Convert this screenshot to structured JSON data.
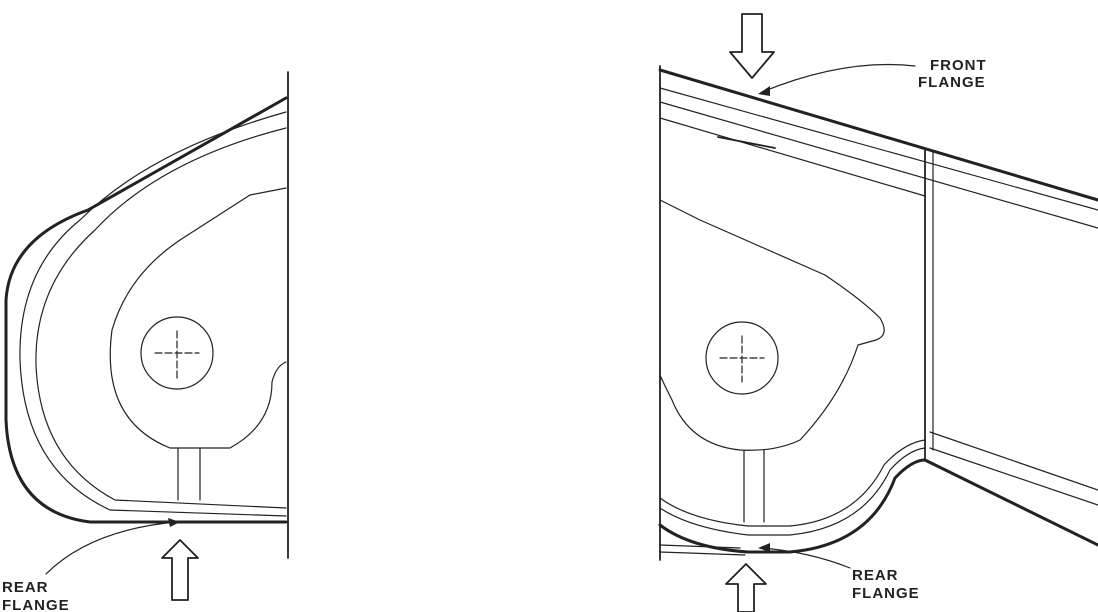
{
  "labels": {
    "left_rear_line1": "REAR",
    "left_rear_line2": "FLANGE",
    "right_front_line1": "FRONT",
    "right_front_line2": "FLANGE",
    "right_rear_line1": "REAR",
    "right_rear_line2": "FLANGE"
  },
  "colors": {
    "ink": "#222222",
    "background": "#ffffff"
  }
}
